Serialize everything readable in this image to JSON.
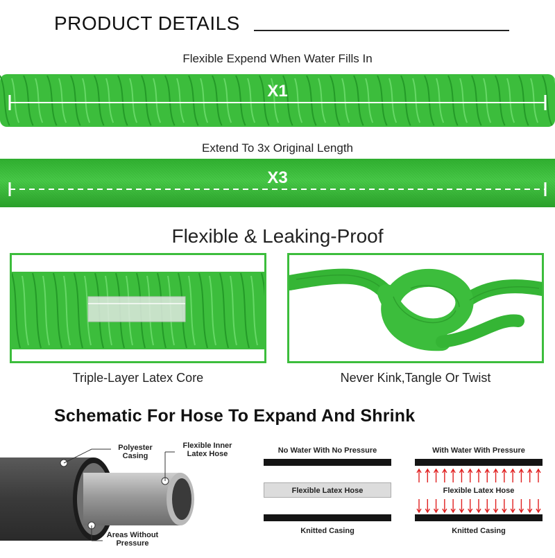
{
  "header": {
    "title": "PRODUCT DETAILS"
  },
  "hose_compare": {
    "caption_top": "Flexible Expend When Water Fills In",
    "mark_top": "X1",
    "caption_bottom": "Extend To 3x Original Length",
    "mark_bottom": "X3"
  },
  "features": {
    "heading": "Flexible & Leaking-Proof",
    "left_caption": "Triple-Layer Latex Core",
    "right_caption": "Never Kink,Tangle Or Twist"
  },
  "schematic": {
    "heading": "Schematic For Hose To Expand And Shrink",
    "label_casing_1": "Polyester",
    "label_casing_2": "Casing",
    "label_inner_1": "Flexible Inner",
    "label_inner_2": "Latex Hose",
    "label_areas_1": "Areas Without",
    "label_areas_2": "Pressure",
    "no_water_title": "No Water With No Pressure",
    "no_water_mid": "Flexible Latex Hose",
    "no_water_bottom": "Knitted Casing",
    "with_water_title": "With Water With Pressure",
    "with_water_mid": "Flexible Latex Hose",
    "with_water_bottom": "Knitted Casing"
  },
  "colors": {
    "hose_green": "#3cbd3c",
    "hose_dark": "#24962a",
    "arrow_red": "#e02020",
    "casing_black": "#141414"
  }
}
